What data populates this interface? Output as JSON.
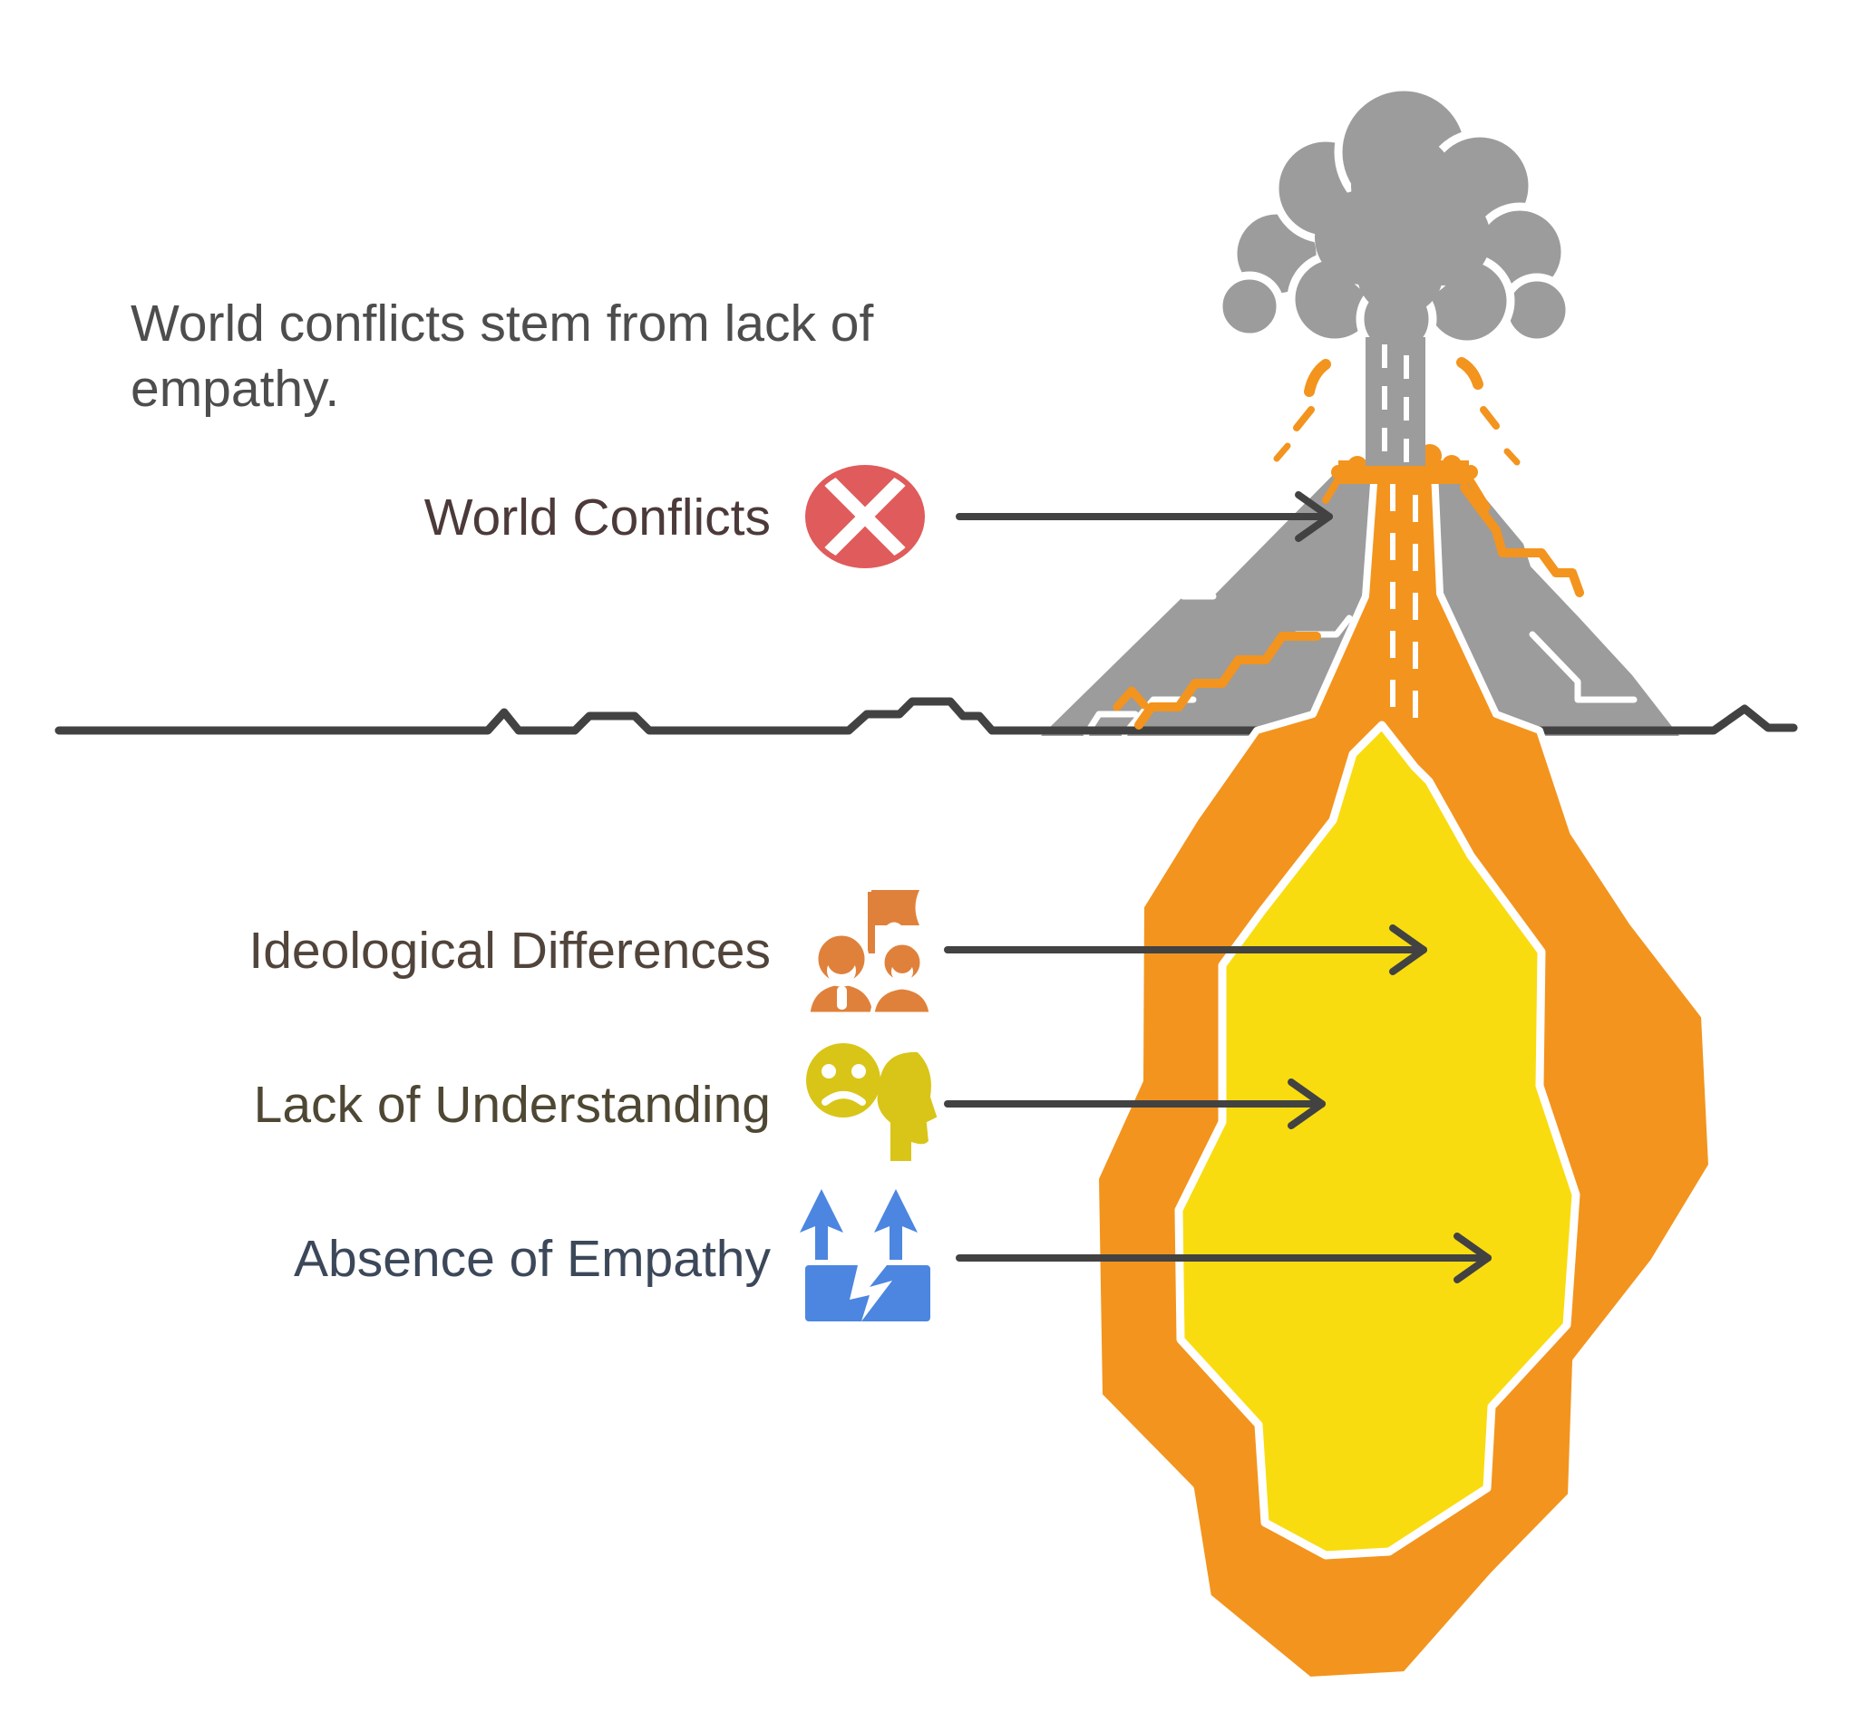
{
  "title": {
    "line1": "World conflicts stem from lack of",
    "line2": "empathy."
  },
  "labels": [
    {
      "text": "World Conflicts",
      "icon": "prohibition-icon",
      "color": "#4c3a3a"
    },
    {
      "text": "Ideological Differences",
      "icon": "people-flag-icon",
      "color": "#51443b"
    },
    {
      "text": "Lack of Understanding",
      "icon": "sad-head-icon",
      "color": "#4e4733"
    },
    {
      "text": "Absence of Empathy",
      "icon": "cracked-ground-icon",
      "color": "#3c4859"
    }
  ],
  "diagram": {
    "subject": "volcano cross-section metaphor",
    "above_ground": "World Conflicts (visible eruption)",
    "below_ground": [
      "Ideological Differences",
      "Lack of Understanding",
      "Absence of Empathy"
    ]
  },
  "colors": {
    "orange_magma": "#f3941e",
    "yellow_core": "#f8dc10",
    "icon_orange": "#e0813b",
    "icon_yellow": "#d8c517",
    "icon_blue": "#4c86e0",
    "icon_red": "#e05b5b",
    "volcano_gray": "#9c9c9c",
    "ground_line": "#424242",
    "title_gray": "#4d4d4d"
  }
}
